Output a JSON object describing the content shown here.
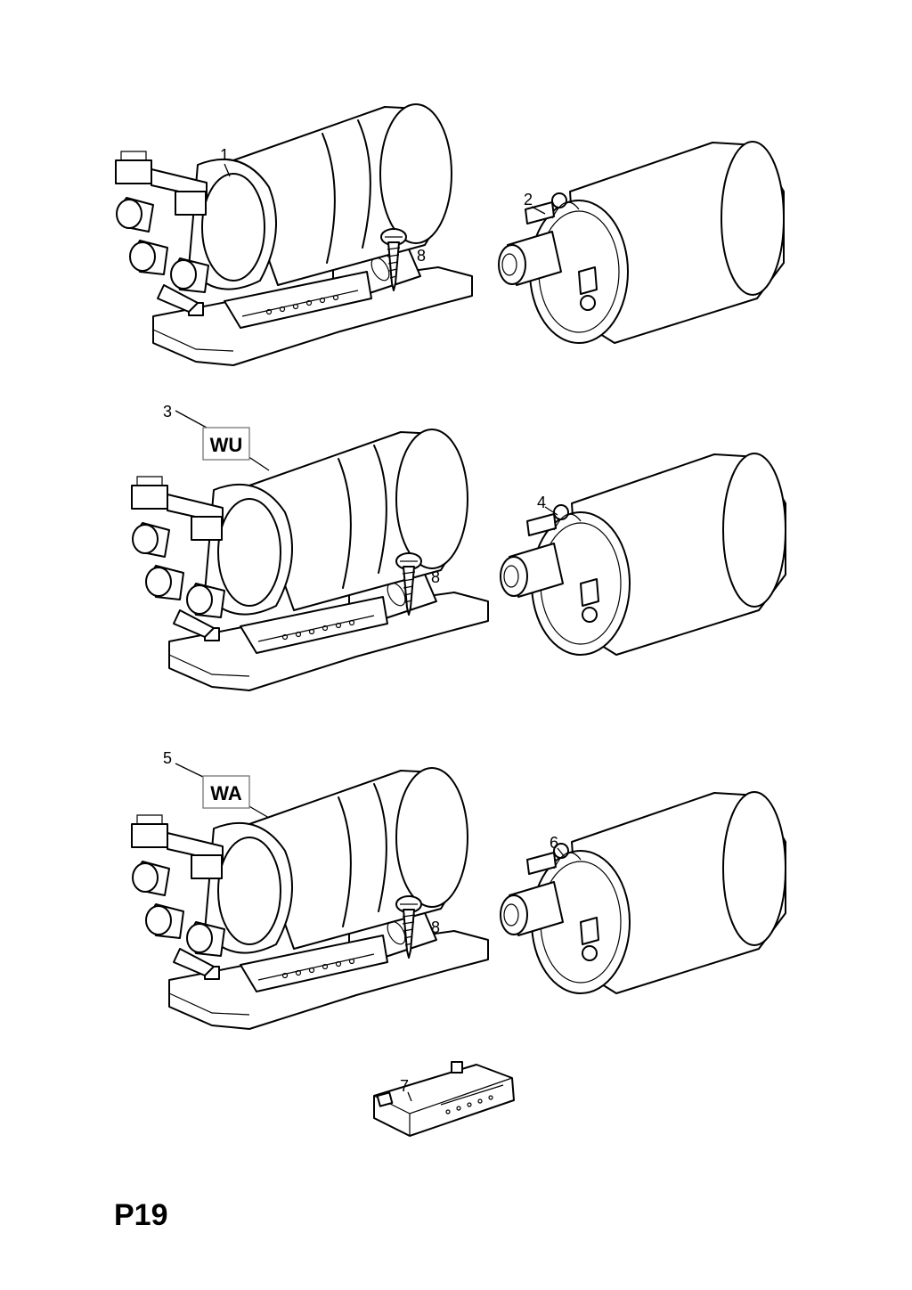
{
  "callouts": {
    "c1": "1",
    "c2": "2",
    "c3": "3",
    "c4": "4",
    "c5": "5",
    "c6": "6",
    "c7": "7",
    "c8a": "8",
    "c8b": "8",
    "c8c": "8"
  },
  "codes": {
    "assembly_3": "WU",
    "assembly_5": "WA"
  },
  "page_ref": "P19"
}
